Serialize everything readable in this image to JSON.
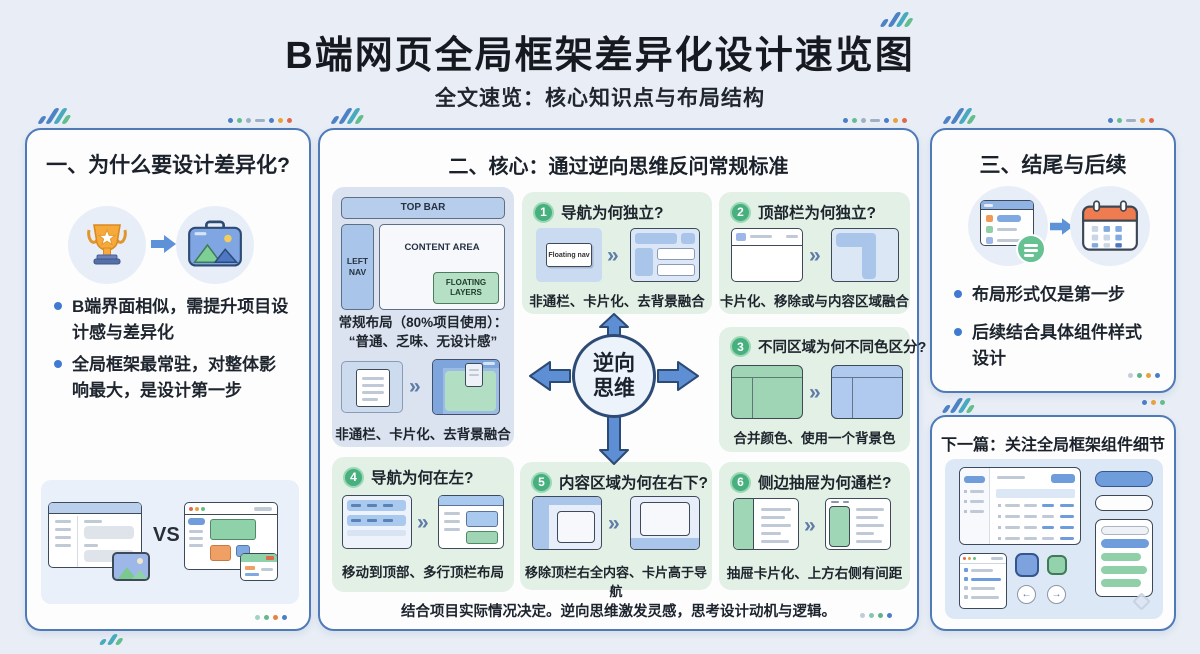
{
  "header": {
    "title": "B端网页全局框架差异化设计速览图",
    "subtitle": "全文速览：核心知识点与布局结构"
  },
  "glyphs": {
    "chevron": "»",
    "vs": "VS",
    "arrow_left": "←",
    "arrow_right": "→"
  },
  "panel1": {
    "title": "一、为什么要设计差异化?",
    "bullets": [
      "B端界面相似，需提升项目设计感与差异化",
      "全局框架最常驻，对整体影响最大，是设计第一步"
    ]
  },
  "panel2": {
    "title": "二、核心：通过逆向思维反问常规标准",
    "wireframe": {
      "top_bar": "TOP BAR",
      "left_nav": "LEFT NAV",
      "content_area": "CONTENT AREA",
      "floating_layers": "FLOATING LAYERS"
    },
    "regular_caption_1": "常规布局（80%项目使用）：",
    "regular_caption_2": "“普通、乏味、无设计感”",
    "regular_answer": "非通栏、卡片化、去背景融合",
    "center": {
      "line1": "逆向",
      "line2": "思维"
    },
    "cards": [
      {
        "num": "1",
        "question": "导航为何独立?",
        "answer": "非通栏、卡片化、去背景融合",
        "mock_label": "Floating nav"
      },
      {
        "num": "2",
        "question": "顶部栏为何独立?",
        "answer": "卡片化、移除或与内容区域融合"
      },
      {
        "num": "3",
        "question": "不同区域为何不同色区分?",
        "answer": "合并颜色、使用一个背景色"
      },
      {
        "num": "4",
        "question": "导航为何在左?",
        "answer": "移动到顶部、多行顶栏布局"
      },
      {
        "num": "5",
        "question": "内容区域为何在右下?",
        "answer": "移除顶栏右全内容、卡片高于导航"
      },
      {
        "num": "6",
        "question": "侧边抽屉为何通栏?",
        "answer": "抽屉卡片化、上方右侧有间距"
      }
    ],
    "footer": "结合项目实际情况决定。逆向思维激发灵感，思考设计动机与逻辑。"
  },
  "panel3": {
    "title": "三、结尾与后续",
    "bullets": [
      "布局形式仅是第一步",
      "后续结合具体组件样式设计"
    ]
  },
  "panel4": {
    "title": "下一篇：关注全局框架组件细节"
  },
  "colors": {
    "panel_border": "#4e7bb7",
    "accent_blue": "#5e8fd4",
    "badge_green": "#47b07e",
    "card_green_bg": "#e3f0e6",
    "card_blue_bg": "#dbe3f0",
    "orange": "#f09a56"
  }
}
